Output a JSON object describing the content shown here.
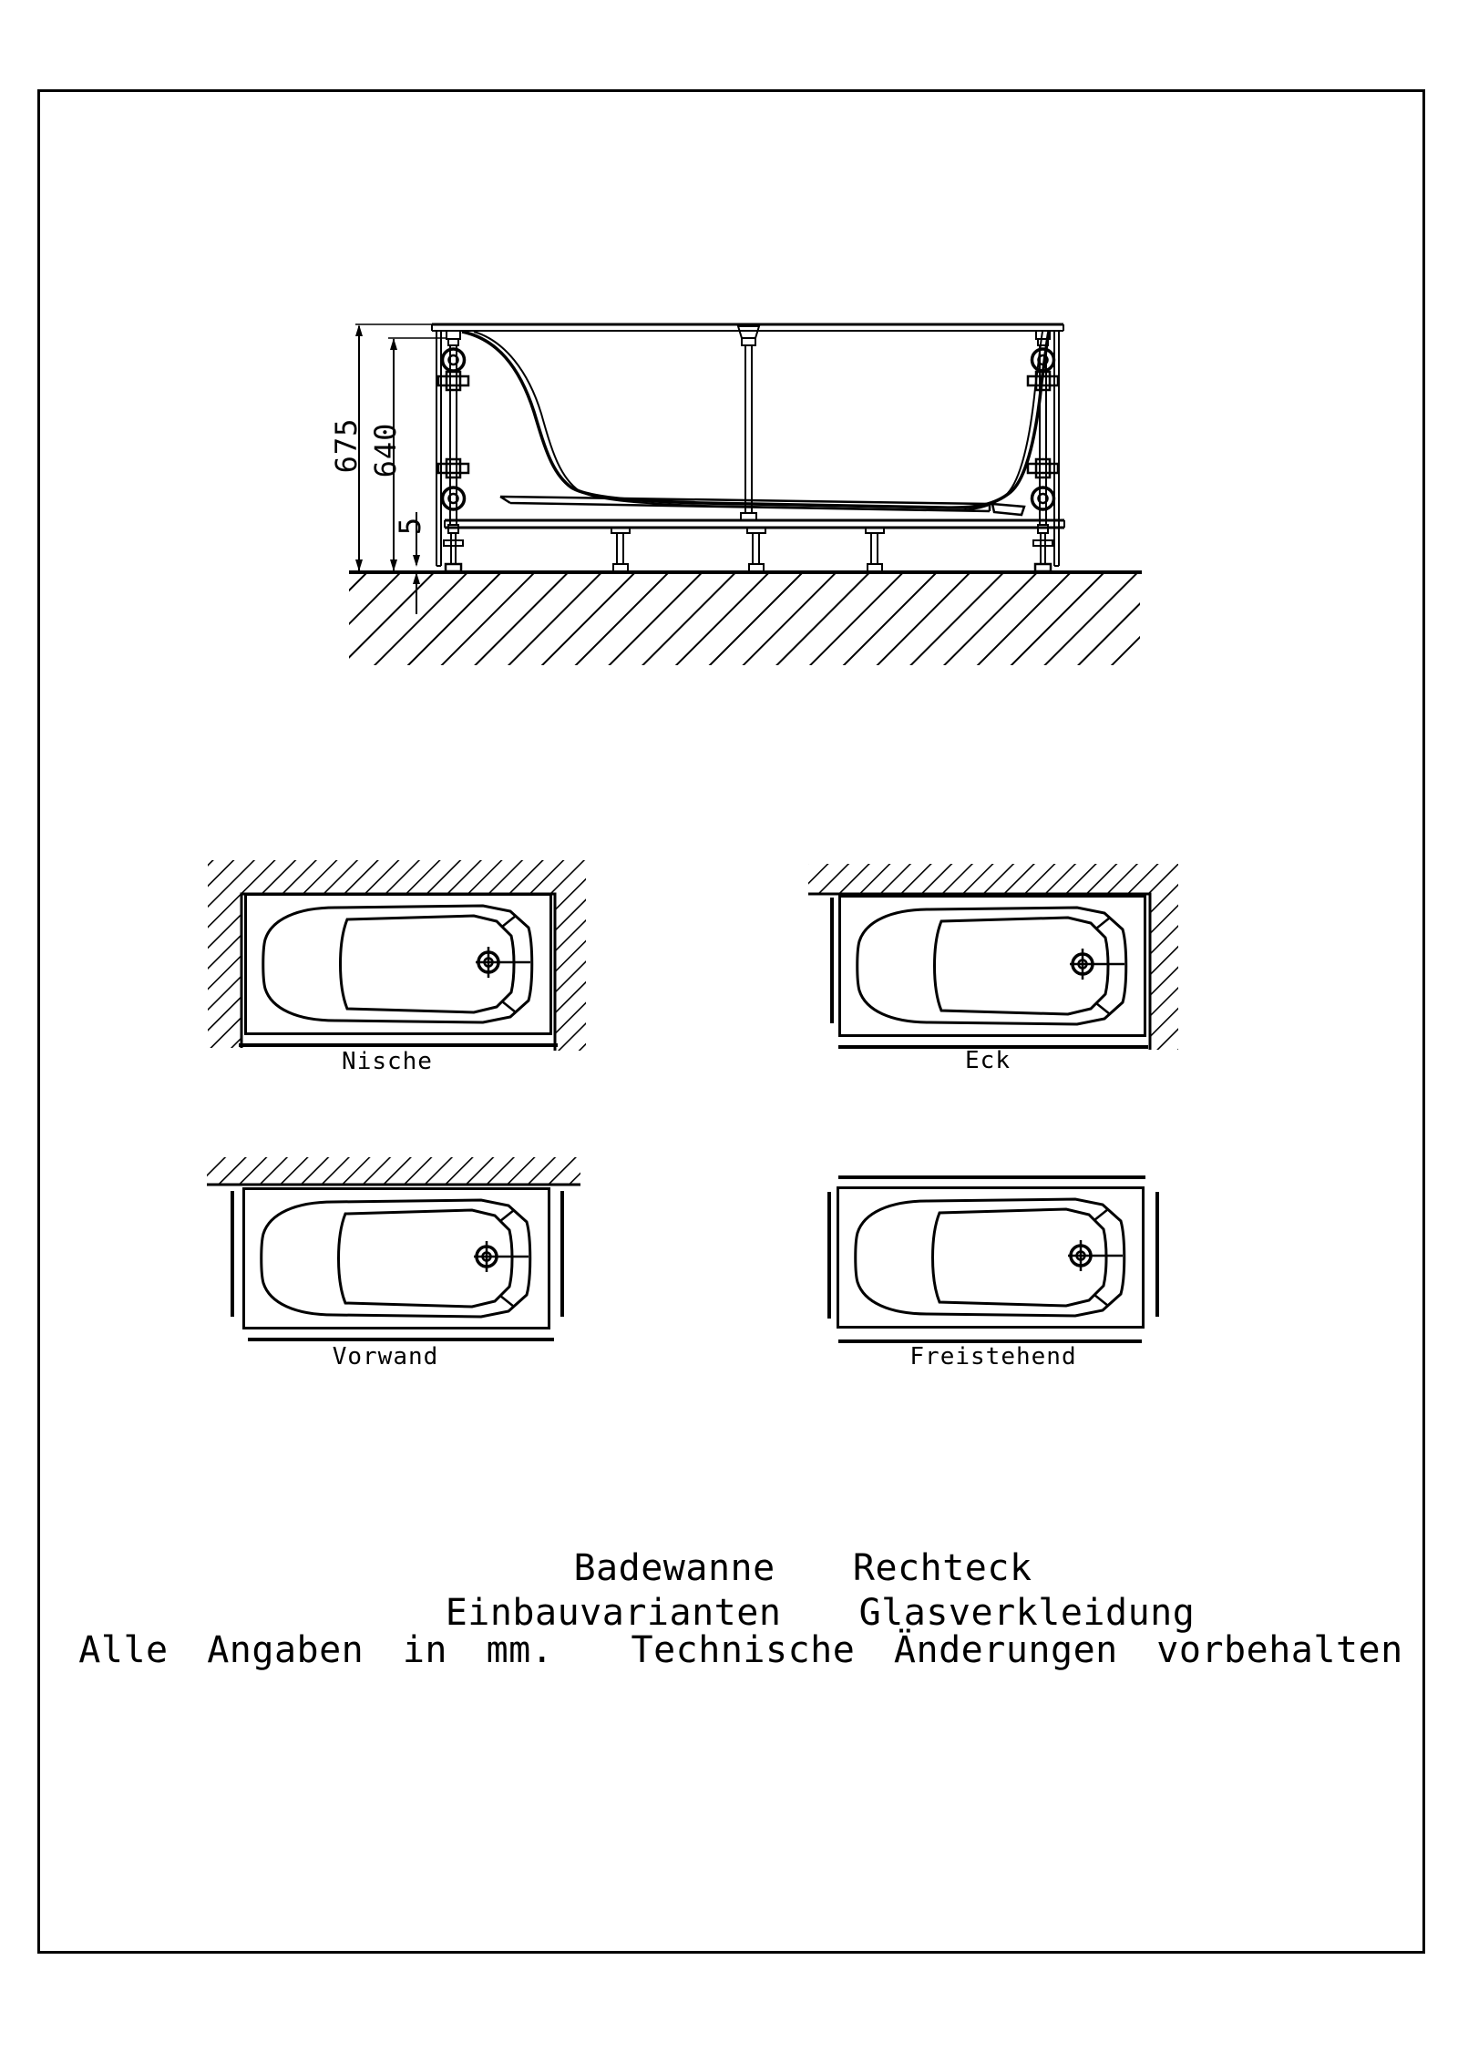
{
  "sheet": {
    "cross_section": {
      "dim_total_height_mm": "675",
      "dim_frame_height_mm": "640",
      "dim_floor_gap_mm": "5"
    },
    "variants": [
      {
        "label": "Nische"
      },
      {
        "label": "Eck"
      },
      {
        "label": "Vorwand"
      },
      {
        "label": "Freistehend"
      }
    ],
    "notes": [
      {
        "text": "Badewanne  Rechteck"
      },
      {
        "text": "Einbauvarianten  Glasverkleidung"
      },
      {
        "text": "Alle Angaben in mm.  Technische Änderungen vorbehalten"
      }
    ],
    "colors": {
      "ink": "#000000",
      "paper": "#ffffff"
    }
  }
}
